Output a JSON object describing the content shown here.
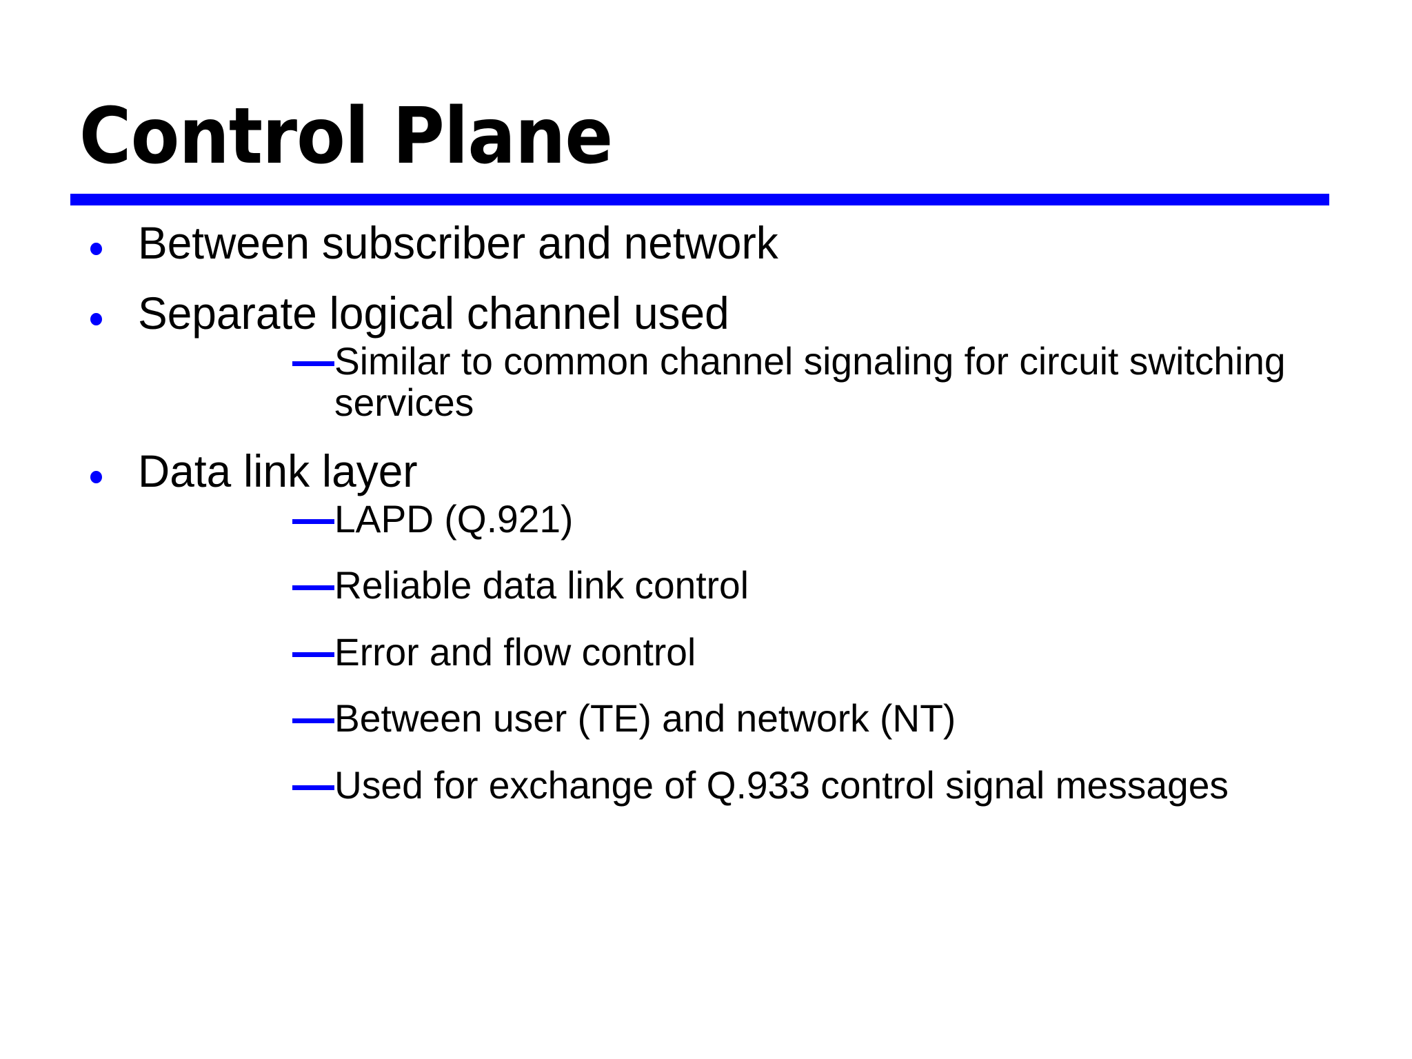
{
  "slide": {
    "title": "Control Plane",
    "accent_color": "#0000FF",
    "text_color": "#000000",
    "background_color": "#FFFFFF",
    "rule": {
      "color": "#0000FF"
    },
    "markers": {
      "level1": "blue-round-bullet",
      "level2": "blue-em-dash"
    },
    "outline": [
      {
        "level": 1,
        "text": "Between subscriber and network",
        "children": []
      },
      {
        "level": 1,
        "text": "Separate logical channel used",
        "children": [
          {
            "level": 2,
            "text": "Similar to common channel signaling for circuit switching services"
          }
        ]
      },
      {
        "level": 1,
        "text": "Data link layer",
        "children": [
          {
            "level": 2,
            "text": "LAPD (Q.921)"
          },
          {
            "level": 2,
            "text": "Reliable data link control"
          },
          {
            "level": 2,
            "text": "Error and flow control"
          },
          {
            "level": 2,
            "text": "Between user (TE) and network (NT)"
          },
          {
            "level": 2,
            "text": "Used for exchange of Q.933 control signal messages"
          }
        ]
      }
    ]
  }
}
